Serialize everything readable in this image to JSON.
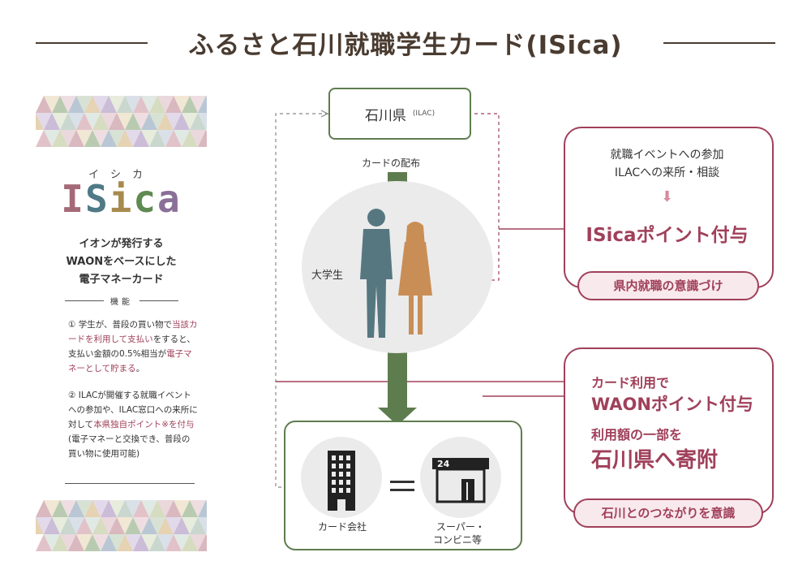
{
  "title": "ふるさと石川就職学生カード(ISica)",
  "card": {
    "kana": "イシカ",
    "logo_letters": [
      {
        "char": "I",
        "color": "#a56a78"
      },
      {
        "char": "S",
        "color": "#4f7a86"
      },
      {
        "char": "i",
        "color": "#a88a4e"
      },
      {
        "char": "c",
        "color": "#5f8a52"
      },
      {
        "char": "a",
        "color": "#8a6f98"
      }
    ],
    "desc_lines": [
      "イオンが発行する",
      "WAONをベースにした",
      "電子マネーカード"
    ],
    "function_heading": "機能",
    "func1": {
      "num": "①",
      "pre": "学生が、普段の買い物で",
      "hl1": "当該カードを利用して支払い",
      "mid": "をすると、支払い金額の0.5%相当が",
      "hl2": "電子マネーとして貯まる",
      "post": "。"
    },
    "func2": {
      "num": "②",
      "pre": "ILACが開催する就職イベントへの参加や、ILAC窓口への来所に対して",
      "hl": "本県独自ポイント※を付与",
      "note": "(電子マネーと交換でき、普段の買い物に使用可能)"
    }
  },
  "diagram": {
    "prefecture": "石川県",
    "prefecture_sub": "(ILAC)",
    "distribute_label": "カードの配布",
    "student_label": "大学生",
    "card_company": "カード会社",
    "store_line1": "スーパー・",
    "store_line2": "コンビニ等",
    "store_sign": "24"
  },
  "right_top": {
    "line1": "就職イベントへの参加",
    "line2": "ILACへの来所・相談",
    "arrow": "⬇",
    "big": "ISicaポイント付与",
    "pill": "県内就職の意識づけ"
  },
  "right_bottom": {
    "line1": "カード利用で",
    "line2": "WAONポイント付与",
    "line3": "利用額の一部を",
    "line4": "石川県へ寄附",
    "pill": "石川とのつながりを意識"
  },
  "colors": {
    "green": "#5e7d4e",
    "crimson": "#a0405a",
    "title": "#4a3b30",
    "man": "#567780",
    "woman": "#c98e55"
  },
  "triangle_palette": [
    "#d9b8c0",
    "#b8cbb0",
    "#b9c7d5",
    "#e6d3b3",
    "#cbbcd8",
    "#c9d7cf",
    "#e2c2c9",
    "#d6dcc0"
  ]
}
